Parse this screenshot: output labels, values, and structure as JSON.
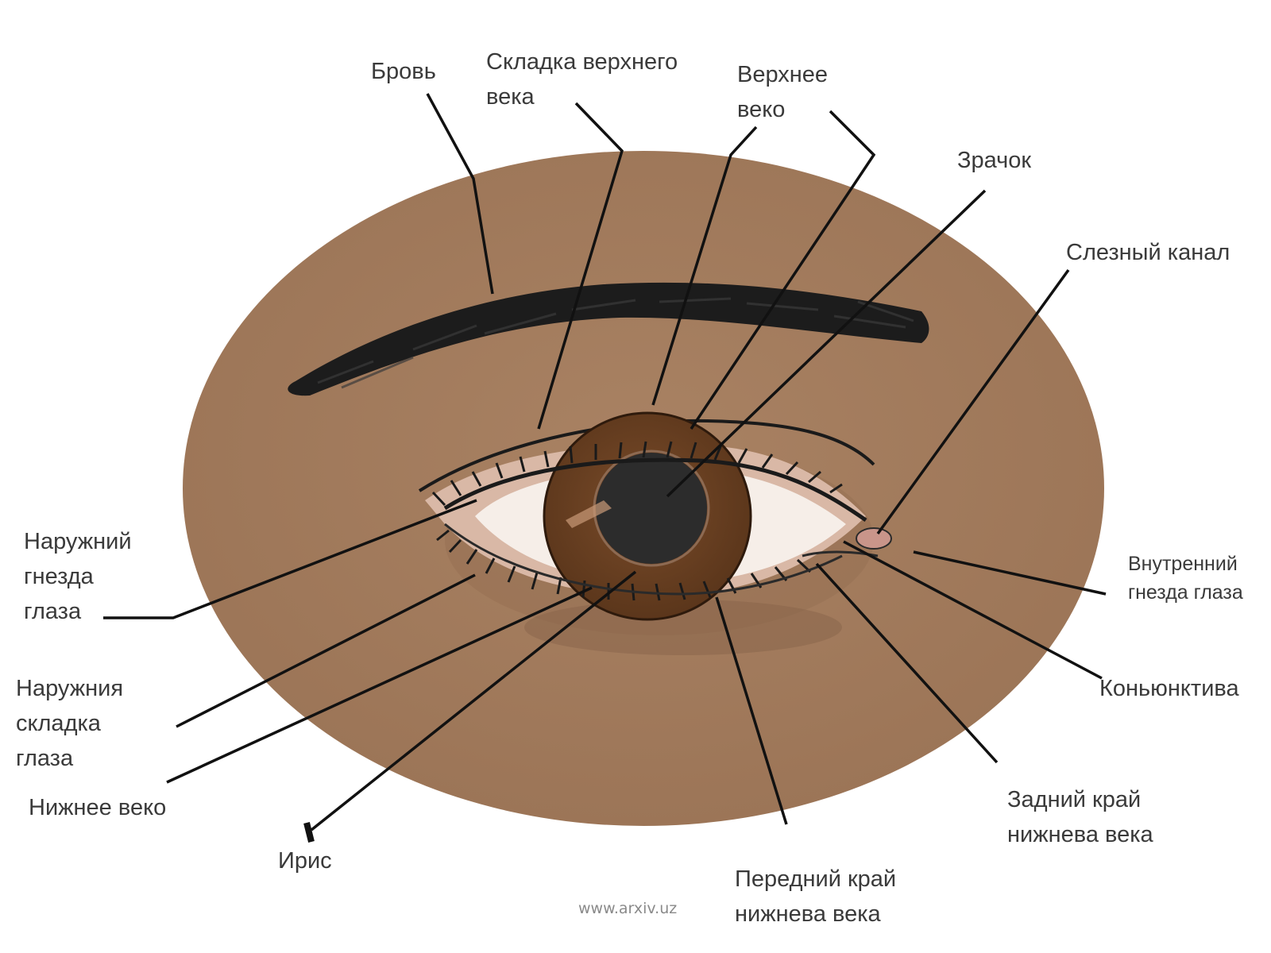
{
  "diagram": {
    "labels": {
      "brow": "Бровь",
      "upper_lid_fold": "Складка верхнего\nвека",
      "upper_lid": "Верхнее\nвеко",
      "pupil": "Зрачок",
      "tear_duct": "Слезный канал",
      "outer_corner": "Наружний\nгнезда\nглаза",
      "inner_corner": "Внутренний\nгнезда глаза",
      "outer_fold": "Наружния\nскладка\nглаза",
      "conjunctiva": "Коньюнктива",
      "lower_lid": "Нижнее веко",
      "iris": "Ирис",
      "rear_edge": "Задний край\nнижнева века",
      "front_edge": "Передний край\nнижнева века"
    },
    "watermark": "www.arxiv.uz",
    "colors": {
      "skin": "#a27b5c",
      "brow": "#1c1c1c",
      "iris": "#6b4224",
      "pupil": "#2c2c2c",
      "sclera": "#f6eee8",
      "lines": "#111111",
      "label_text": "#3a3a3a"
    }
  }
}
